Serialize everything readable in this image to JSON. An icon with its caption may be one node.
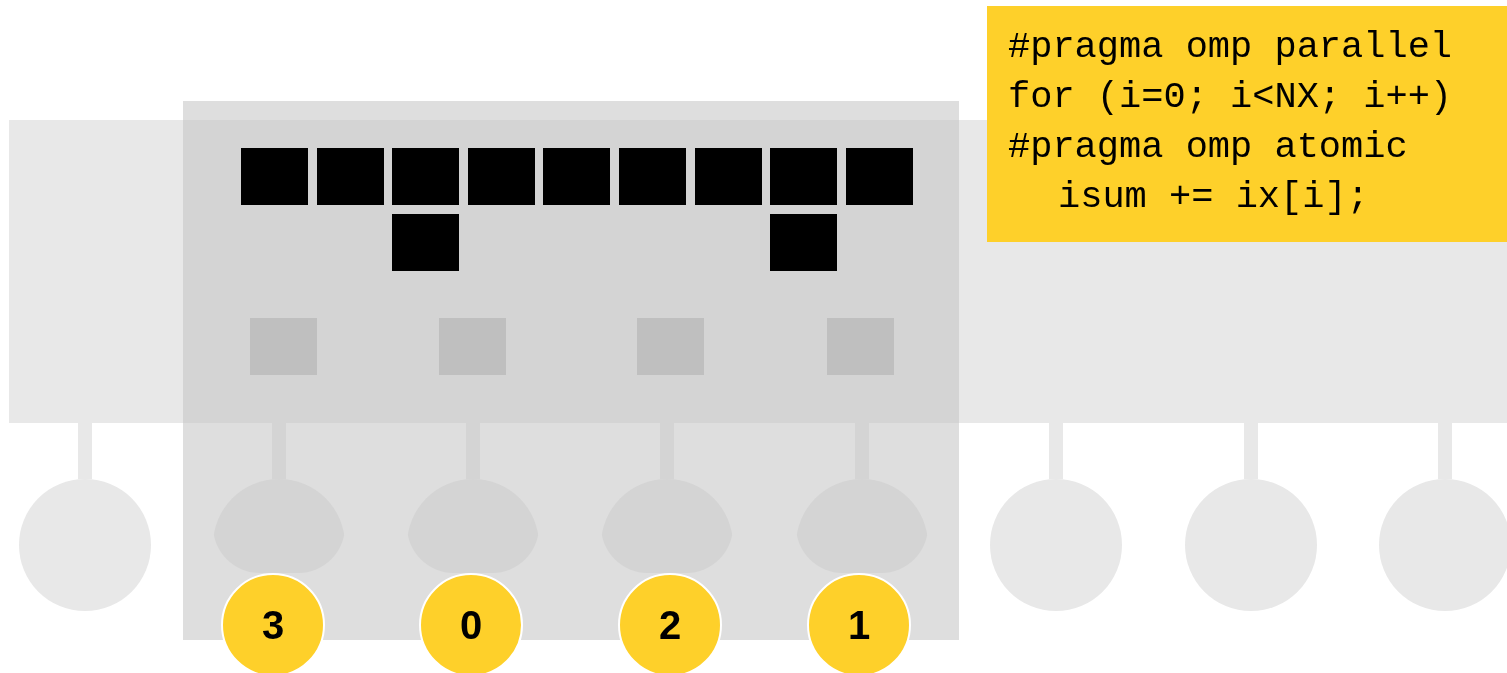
{
  "diagram": {
    "nodes": [
      {
        "text": [],
        "shape": "box"
      },
      {
        "text": [],
        "shape": "box"
      },
      {
        "text": [],
        "shape": "circle"
      },
      {
        "text": [],
        "shape": "circle",
        "in": 1
      },
      {
        "text": [],
        "shape": "circle",
        "in": 1
      },
      {
        "text": [],
        "shape": "circle",
        "in": 1
      },
      {
        "text": [],
        "shape": "circle",
        "in": 1
      },
      {
        "text": [],
        "shape": "circle"
      },
      {
        "text": [],
        "shape": "circle"
      },
      {
        "text": [],
        "shape": "circle"
      },
      {
        "text": [
          "3"
        ]
      },
      {
        "text": [
          "0"
        ]
      },
      {
        "text": [
          "2"
        ]
      },
      {
        "text": [
          "1"
        ]
      },
      {
        "text": [
          "#pragma omp parallel",
          "for (i=0; i<NX; i++)",
          "#pragma omp atomic",
          "isum += ix[i];"
        ]
      }
    ],
    "edges": [
      {
        "from": 0,
        "to": 2,
        "arrow": "none"
      },
      {
        "from": 0,
        "to": 3,
        "arrow": "none"
      },
      {
        "from": 0,
        "to": 4,
        "arrow": "none"
      },
      {
        "from": 0,
        "to": 5,
        "arrow": "none"
      },
      {
        "from": 0,
        "to": 6,
        "arrow": "none"
      },
      {
        "from": 0,
        "to": 7,
        "arrow": "none"
      },
      {
        "from": 0,
        "to": 8,
        "arrow": "none"
      },
      {
        "from": 0,
        "to": 9,
        "arrow": "none"
      }
    ]
  }
}
